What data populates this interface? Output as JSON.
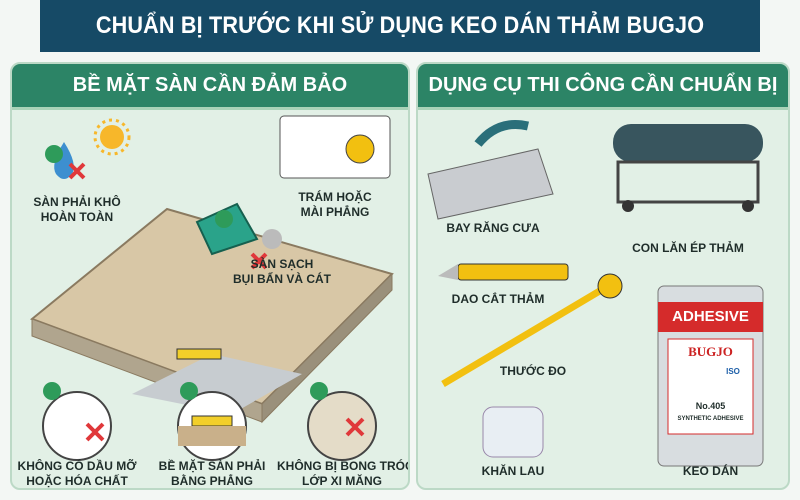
{
  "title": "CHUẨN BỊ TRƯỚC KHI SỬ DỤNG KEO DÁN THẢM BUGJO",
  "left": {
    "heading": "BỀ MẶT SÀN CẦN ĐẢM BẢO",
    "items": [
      {
        "line1": "SÀN PHẢI KHÔ",
        "line2": "HOÀN TOÀN"
      },
      {
        "line1": "TRÁM HOẶC",
        "line2": "MÀI PHẲNG"
      },
      {
        "line1": "SÀN SẠCH",
        "line2": "BỤI BẨN VÀ CÁT"
      },
      {
        "line1": "KHÔNG CÓ DẦU MỠ",
        "line2": "HOẶC HÓA CHẤT"
      },
      {
        "line1": "BỀ MẶT SÀN PHẢI",
        "line2": "BẰNG PHẲNG"
      },
      {
        "line1": "KHÔNG BỊ BONG TRÓC",
        "line2": "LỚP XI MĂNG"
      }
    ]
  },
  "right": {
    "heading": "DỤNG CỤ THI CÔNG CẦN CHUẨN BỊ",
    "tools": [
      "BAY RĂNG CƯA",
      "CON LĂN ÉP THẢM",
      "DAO CẮT THẢM",
      "THƯỚC ĐO",
      "KHĂN LAU",
      "KEO DÁN"
    ],
    "can": {
      "band": "ADHESIVE",
      "brand": "BUGJO",
      "model": "No.405",
      "desc": "SYNTHETIC ADHESIVE",
      "cert": "ISO"
    }
  },
  "colors": {
    "header": "#164a66",
    "panel_header": "#2c8466",
    "check": "#2e9b5a",
    "cross": "#e0383a"
  }
}
